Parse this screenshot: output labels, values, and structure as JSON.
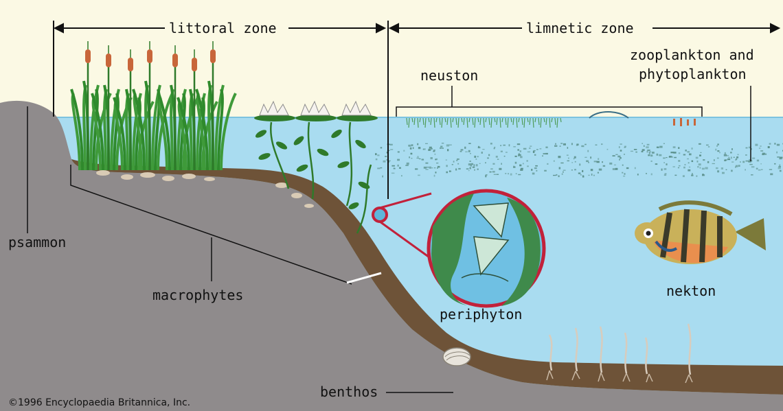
{
  "labels": {
    "littoral_zone": "littoral zone",
    "limnetic_zone": "limnetic zone",
    "plankton_line1": "zooplankton and",
    "plankton_line2": "phytoplankton",
    "neuston": "neuston",
    "psammon": "psammon",
    "macrophytes": "macrophytes",
    "periphyton": "periphyton",
    "nekton": "nekton",
    "benthos": "benthos",
    "copyright": "©1996 Encyclopaedia Britannica, Inc."
  },
  "colors": {
    "sky": "#fbf9e4",
    "water": "#a9dcf0",
    "water_deep": "#9bd4ec",
    "land": "#8f8b8c",
    "land_dark": "#6d6969",
    "sediment": "#6e5338",
    "sediment_light": "#a08466",
    "plant": "#2f8a2c",
    "cattail": "#c8663a",
    "magnifier_ring": "#c2213a",
    "plankton": "#5b8f8a",
    "fish_body": "#c9b15a",
    "fish_stripe": "#3a3a2a",
    "fish_belly": "#e98f4e"
  },
  "icons": [
    "cattail-icon",
    "water-lily-icon",
    "fish-icon",
    "clam-shell-icon",
    "magnifier-circle-icon"
  ]
}
